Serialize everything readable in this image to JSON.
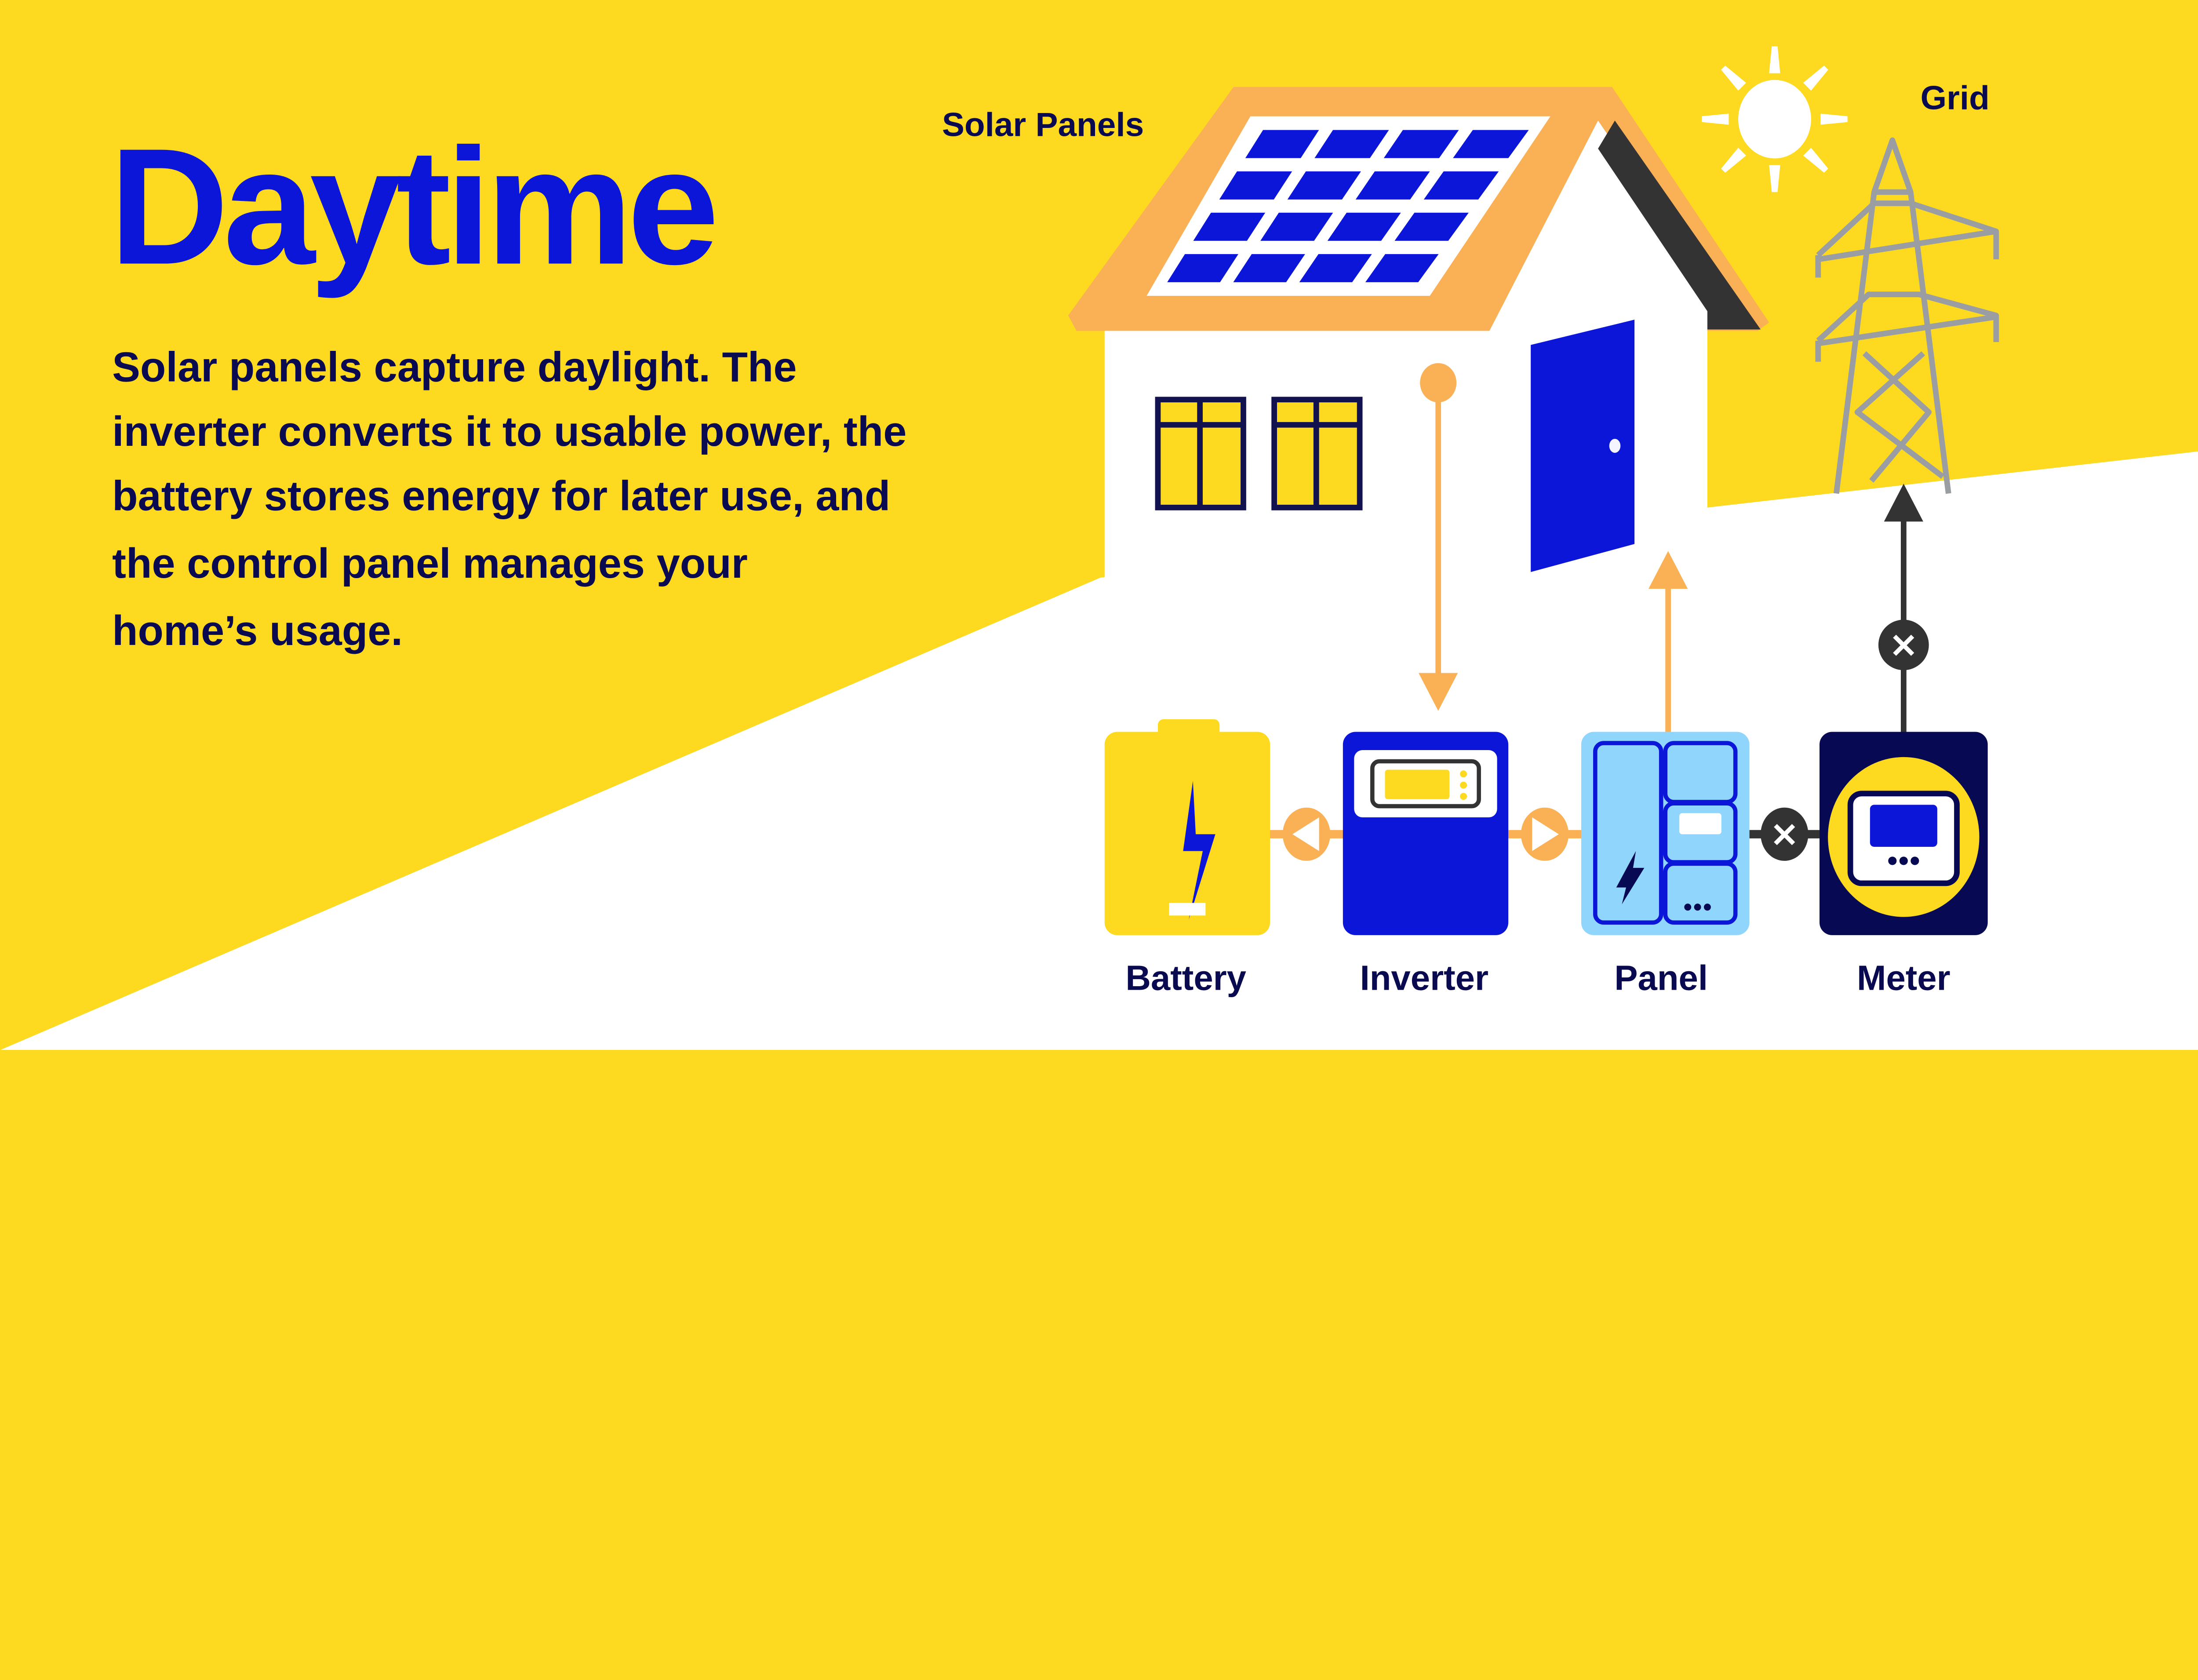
{
  "headline": "Daytime",
  "description": [
    "Solar panels capture daylight. The",
    "inverter converts it to usable power, the",
    "battery stores energy for later use, and",
    "the control panel manages your",
    "home’s usage."
  ],
  "labels": {
    "solar_panels": "Solar Panels",
    "grid": "Grid",
    "battery": "Battery",
    "inverter": "Inverter",
    "panel": "Panel",
    "meter": "Meter"
  },
  "icons": [
    "sun-icon",
    "lightning-icon",
    "transmission-tower-icon",
    "close-x-icon",
    "arrow-icon"
  ],
  "colors": {
    "background": "#fdd920",
    "headline": "#0b16d8",
    "text": "#0a0a50",
    "roof": "#fab055",
    "panel_cells": "#0b16d8",
    "flow": "#fab055",
    "grid_line": "#333333",
    "tower": "#9a9ea3",
    "panel_box": "#90d6fc",
    "meter_box": "#070a52"
  }
}
